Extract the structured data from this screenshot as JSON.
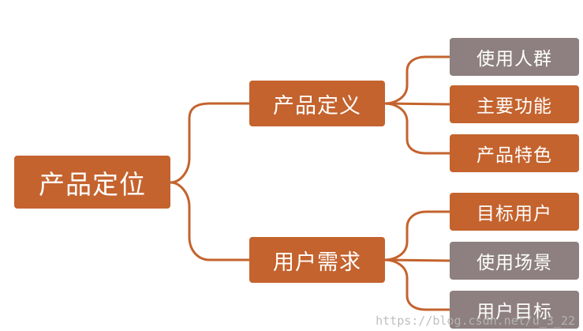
{
  "colors": {
    "orange": "#c4632e",
    "gray": "#8e8080",
    "line": "#c4632e"
  },
  "root": {
    "label": "产品定位"
  },
  "branches": [
    {
      "label": "产品定义",
      "children": [
        {
          "label": "使用人群",
          "color": "gray"
        },
        {
          "label": "主要功能",
          "color": "orange"
        },
        {
          "label": "产品特色",
          "color": "orange"
        }
      ]
    },
    {
      "label": "用户需求",
      "children": [
        {
          "label": "目标用户",
          "color": "orange"
        },
        {
          "label": "使用场景",
          "color": "gray"
        },
        {
          "label": "用户目标",
          "color": "gray"
        }
      ]
    }
  ],
  "watermark": "https://blog.csdn.net/u_3_22"
}
